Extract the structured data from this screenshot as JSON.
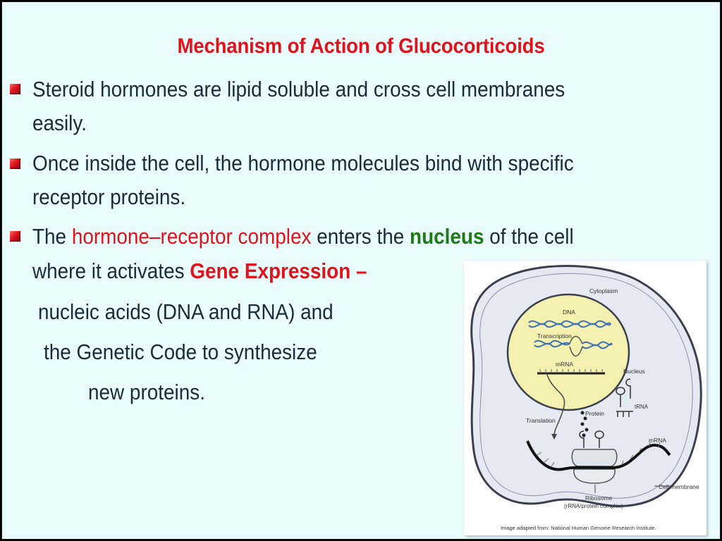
{
  "slide": {
    "title": "Mechanism of Action of Glucocorticoids",
    "bullet1": {
      "line1": "Steroid hormones are lipid soluble and cross cell membranes",
      "line2": "easily."
    },
    "bullet2": {
      "line1": "Once inside the cell, the hormone molecules bind with specific",
      "line2": "receptor proteins."
    },
    "bullet3": {
      "line1_pre": "The ",
      "line1_red": "hormone–receptor complex",
      "line1_mid": " enters the ",
      "line1_green": "nucleus",
      "line1_post": " of the cell",
      "line2_pre": "where it activates ",
      "line2_red": "Gene Expression –",
      "line3": "nucleic acids (DNA and RNA) and",
      "line4": "the Genetic Code to synthesize",
      "line5": "new proteins."
    }
  },
  "figure": {
    "labels": {
      "cytoplasm": "Cytoplasm",
      "dna": "DNA",
      "transcription": "Transcription",
      "mrna_nucleus": "mRNA",
      "nucleus": "Nucleus",
      "protein": "Protein",
      "trna": "tRNA",
      "translation": "Translation",
      "mrna_cytoplasm": "mRNA",
      "ribosome": "Ribosome",
      "ribosome_sub": "(rRNA/protein complex)",
      "cell_membrane": "Cell membrane",
      "credit": "Image adapted from: National Human Genome Research Institute."
    },
    "colors": {
      "nucleus_fill": "#f3f0b0",
      "cell_fill": "#e4e9f2",
      "dna_blue": "#3d6fb5",
      "membrane": "#3b3f4f"
    }
  }
}
